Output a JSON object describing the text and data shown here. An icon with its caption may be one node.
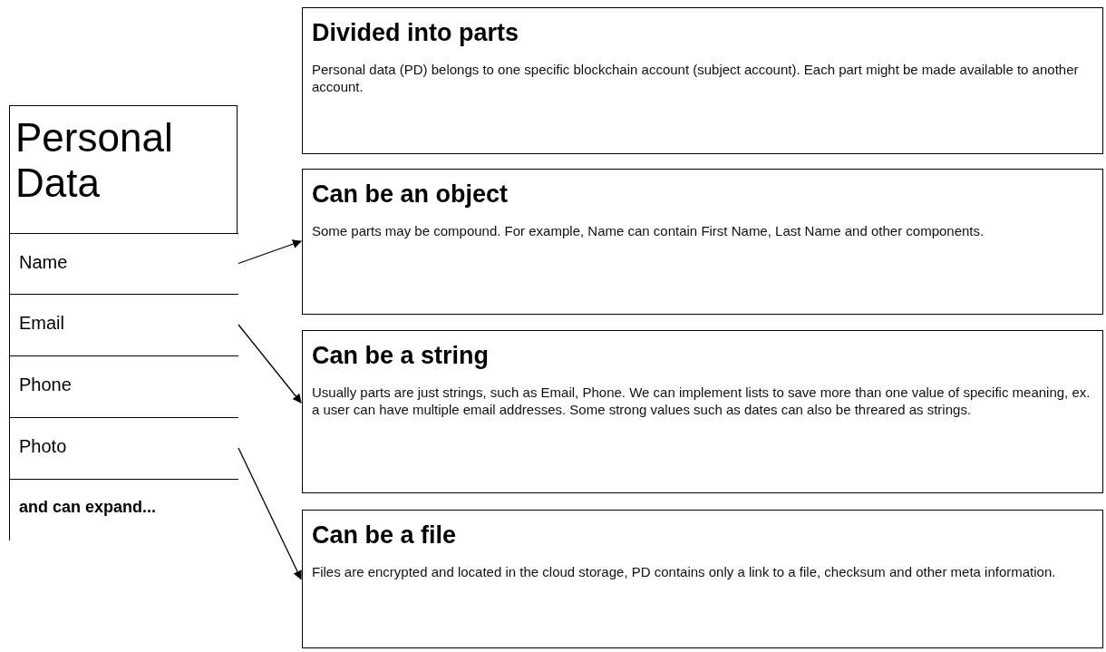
{
  "diagram": {
    "nodes": [
      {
        "text": [
          "Personal Data"
        ]
      },
      {
        "text": [
          "Name"
        ],
        "in": 0
      },
      {
        "text": [
          "Email"
        ],
        "in": 0
      },
      {
        "text": [
          "Phone"
        ],
        "in": 0
      },
      {
        "text": [
          "Photo"
        ],
        "in": 0
      },
      {
        "text": [
          "and can expand..."
        ],
        "in": 0
      },
      {
        "text": [
          "Divided into parts",
          "Personal data (PD) belongs to one specific blockchain account (subject account). Each part might be made available to another account."
        ]
      },
      {
        "text": [
          "Can be an object",
          "Some parts may be compound. For example, Name can contain First Name, Last Name and other components."
        ]
      },
      {
        "text": [
          "Can be a string",
          "Usually parts are just strings, such as Email, Phone. We can implement lists to save more than one value of specific meaning, ex. a user can have multiple email addresses. Some strong values such as dates can also be threared as strings."
        ]
      },
      {
        "text": [
          "Can be a file",
          "Files are encrypted and located in the cloud storage, PD contains only a link to a file, checksum and other meta information."
        ]
      }
    ],
    "edges": [
      {
        "from": 1,
        "to": 7,
        "arrow": "to"
      },
      {
        "from": 2,
        "to": 8,
        "arrow": "to"
      },
      {
        "from": 4,
        "to": 9,
        "arrow": "to"
      }
    ]
  }
}
